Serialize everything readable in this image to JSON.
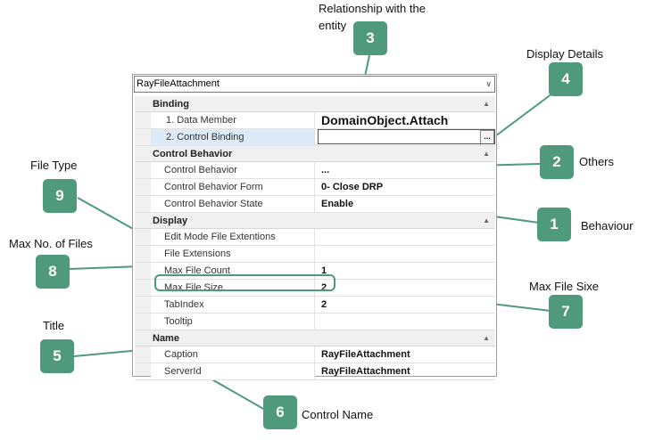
{
  "combo": {
    "selected": "RayFileAttachment"
  },
  "categories": [
    {
      "title": "Binding",
      "rows": [
        {
          "name": "1. Data Member",
          "value": "DomainObject.Attach"
        },
        {
          "name": "2. Control Binding",
          "value": ""
        }
      ]
    },
    {
      "title": "Control Behavior",
      "rows": [
        {
          "name": "Control Behavior",
          "value": "..."
        },
        {
          "name": "Control Behavior Form",
          "value": "0- Close DRP"
        },
        {
          "name": "Control Behavior State",
          "value": "Enable"
        }
      ]
    },
    {
      "title": "Display",
      "rows": [
        {
          "name": "Edit Mode File Extentions",
          "value": ""
        },
        {
          "name": "File Extensions",
          "value": ""
        },
        {
          "name": "Max File Count",
          "value": "1"
        },
        {
          "name": "Max File Size",
          "value": "2"
        },
        {
          "name": "TabIndex",
          "value": "2"
        },
        {
          "name": "Tooltip",
          "value": ""
        }
      ]
    },
    {
      "title": "Name",
      "rows": [
        {
          "name": "Caption",
          "value": "RayFileAttachment"
        },
        {
          "name": "ServerId",
          "value": "RayFileAttachment"
        }
      ]
    }
  ],
  "ellipsis_button": "...",
  "annotations": {
    "b1": {
      "number": "1",
      "label": "Behaviour"
    },
    "b2": {
      "number": "2",
      "label": "Others"
    },
    "b3": {
      "number": "3",
      "label_line1": "Relationship with the",
      "label_line2": "entity"
    },
    "b4": {
      "number": "4",
      "label": "Display Details"
    },
    "b5": {
      "number": "5",
      "label": "Title"
    },
    "b6": {
      "number": "6",
      "label": "Control Name"
    },
    "b7": {
      "number": "7",
      "label": "Max File Sixe"
    },
    "b8": {
      "number": "8",
      "label": "Max No. of Files"
    },
    "b9": {
      "number": "9",
      "label": "File Type"
    }
  },
  "colors": {
    "badge": "#4f9a7c",
    "line": "#4f9a7c",
    "selected_row": "#ddeaf7",
    "category_bg": "#f0f0f0"
  }
}
